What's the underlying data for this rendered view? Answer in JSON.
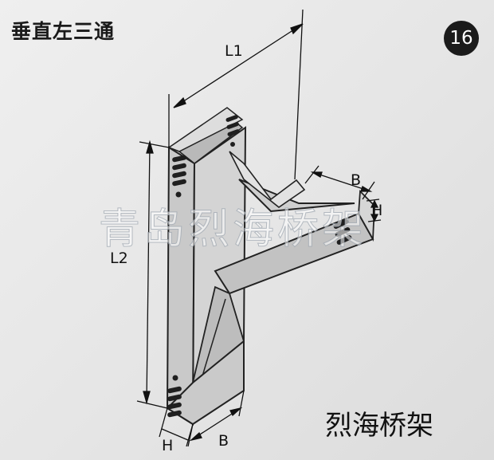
{
  "title": "垂直左三通",
  "badge": "16",
  "watermark": "青岛烈海桥架",
  "caption": "烈海桥架",
  "dimensions": {
    "l1": "L1",
    "l2": "L2",
    "b_top": "B",
    "h_top": "H",
    "h_bottom": "H",
    "b_bottom": "B"
  }
}
